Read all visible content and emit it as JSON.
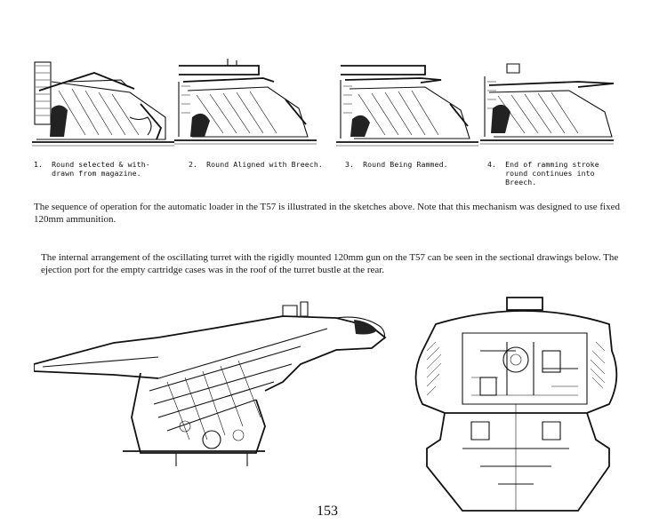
{
  "sketches": [
    {
      "caption": "1.  Round selected & with-\n    drawn from magazine."
    },
    {
      "caption": "2.  Round Aligned with Breech."
    },
    {
      "caption": "3.  Round Being Rammed."
    },
    {
      "caption": "4.  End of ramming stroke\n    round continues into\n    Breech."
    }
  ],
  "paragraph_1": "The sequence of operation for the automatic loader in the T57 is illustrated in the sketches above. Note that this mechanism was designed to use fixed 120mm ammunition.",
  "paragraph_2": "The internal arrangement of the oscillating turret with the rigidly mounted 120mm gun on the T57 can be seen in the sectional drawings below. The ejection port for the empty cartridge cases was in the roof of the turret bustle at the rear.",
  "page_number": "153"
}
